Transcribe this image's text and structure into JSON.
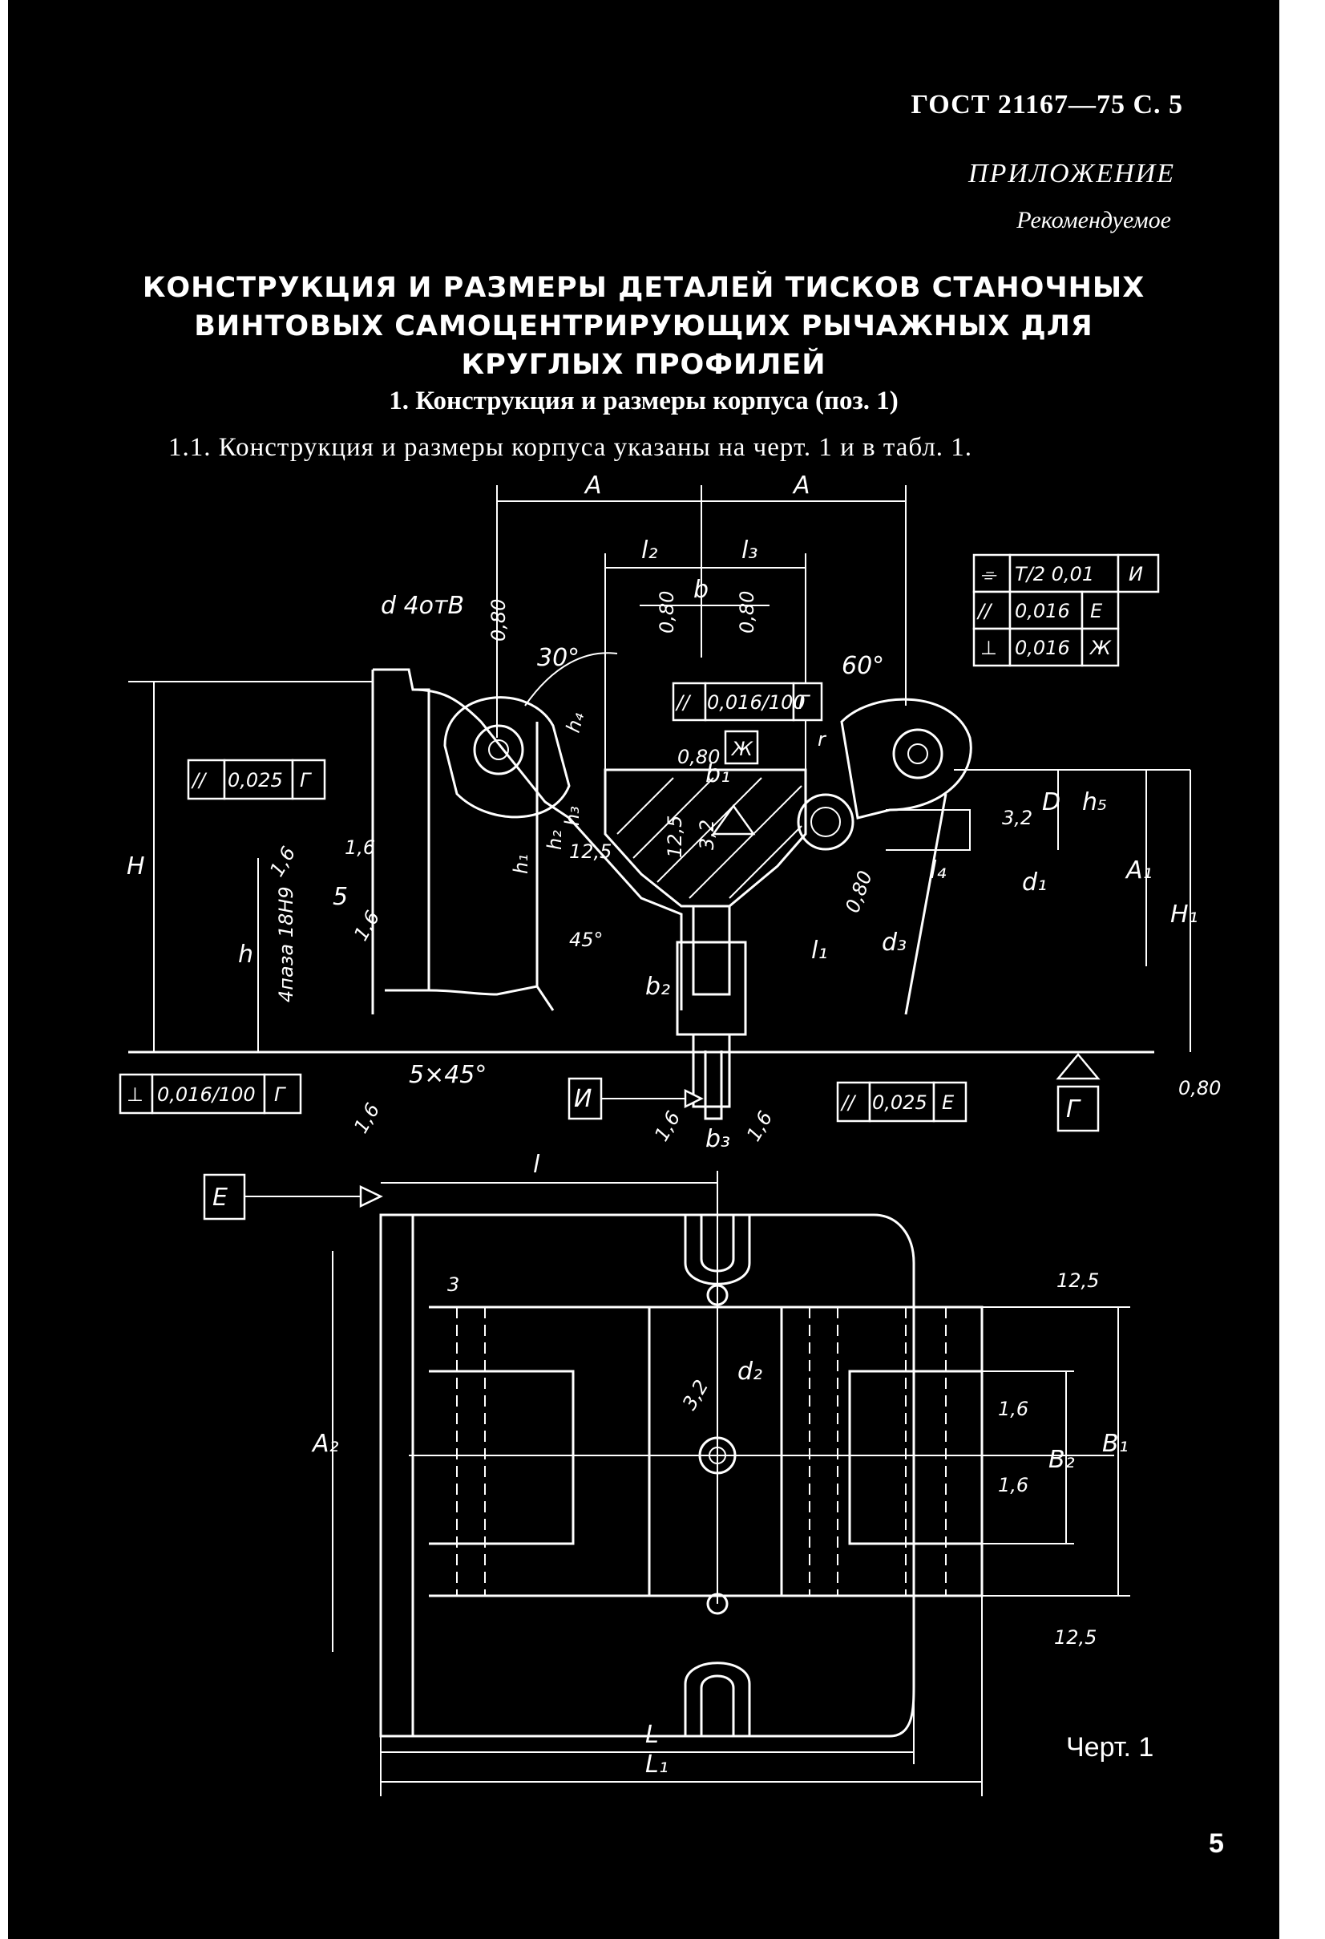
{
  "header": {
    "standard": "ГОСТ 21167—75 С. 5"
  },
  "appendix": {
    "label": "ПРИЛОЖЕНИЕ",
    "type": "Рекомендуемое"
  },
  "title": {
    "line1": "КОНСТРУКЦИЯ И РАЗМЕРЫ ДЕТАЛЕЙ ТИСКОВ СТАНОЧНЫХ",
    "line2": "ВИНТОВЫХ САМОЦЕНТРИРУЮЩИХ РЫЧАЖНЫХ ДЛЯ",
    "line3": "КРУГЛЫХ ПРОФИЛЕЙ"
  },
  "section": {
    "heading": "1. Конструкция и размеры корпуса (поз. 1)"
  },
  "paragraph": {
    "text": "1.1. Конструкция и размеры корпуса указаны на черт. 1 и в табл. 1."
  },
  "drawing": {
    "dims": {
      "A_left": "A",
      "A_right": "A",
      "l2": "l₂",
      "l3": "l₃",
      "b": "b",
      "d_fit": "d 4отB",
      "angle30": "30°",
      "angle60": "60°",
      "D": "D",
      "h4": "h₄",
      "h3": "h₃",
      "h2": "h₂",
      "h1": "h₁",
      "H": "H",
      "h": "h",
      "slot": "4паза 18Н9",
      "h5": "h₅",
      "A1": "A₁",
      "H1": "H₁",
      "d1": "d₁",
      "l4": "l₄",
      "l1": "l₁",
      "d3": "d₃",
      "b1": "b₁",
      "b2": "b₂",
      "b3": "b₃",
      "chamfer": "5×45°",
      "angle45": "45°",
      "five": "5",
      "l": "l",
      "L": "L",
      "L1": "L₁",
      "A2": "A₂",
      "B1": "B₁",
      "B2": "B₂",
      "d2": "d₂",
      "three": "3"
    },
    "roughness": {
      "r080a": "0,80",
      "r080b": "0,80",
      "r080c": "0,80",
      "r080d": "0,80",
      "r080e": "0,80",
      "r080f": "0,80",
      "r16a": "1,6",
      "r16b": "1,6",
      "r16c": "1,6",
      "r16d": "1,6",
      "r16e": "1,6",
      "r16f": "1,6",
      "r125a": "12,5",
      "r125b": "12,5",
      "r125c": "12,5",
      "r125d": "12,5",
      "r32a": "3,2",
      "r32b": "3,2",
      "r32c": "3,2",
      "rr": "r"
    },
    "tolerance_frames": [
      {
        "symbol": "⌯",
        "value": "T/2 0,01",
        "datum": "И"
      },
      {
        "symbol": "//",
        "value": "0,016",
        "datum": "Е"
      },
      {
        "symbol": "⊥",
        "value": "0,016",
        "datum": "Ж"
      },
      {
        "symbol": "//",
        "value": "0,016/100",
        "datum": "Г"
      },
      {
        "symbol": "//",
        "value": "0,025",
        "datum": "Г"
      },
      {
        "symbol": "⊥",
        "value": "0,016/100",
        "datum": "Г"
      },
      {
        "symbol": "//",
        "value": "0,025",
        "datum": "Е"
      }
    ],
    "datums": {
      "Zh": "Ж",
      "I": "И",
      "G": "Г",
      "E": "Е"
    }
  },
  "caption": "Черт. 1",
  "page_number": "5"
}
